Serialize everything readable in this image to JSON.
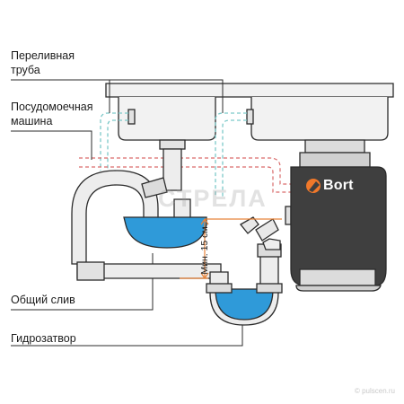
{
  "labels": {
    "overflow_pipe": "Переливная\nтруба",
    "dishwasher": "Посудомоечная\nмашина",
    "common_drain": "Общий слив",
    "water_trap": "Гидрозатвор",
    "min_height": "Мин. 15 см"
  },
  "brand": {
    "name": "Bort"
  },
  "watermark": "СТРЕЛА",
  "credit": "© pulscen.ru",
  "colors": {
    "outline": "#2b2b2b",
    "pipe_fill": "#ededed",
    "water": "#2f9ad9",
    "overflow_dashed": "#7cc9c9",
    "dishwasher_dashed": "#d96b6b",
    "min_marker": "#e8843a",
    "brand_orange": "#f0782a"
  }
}
